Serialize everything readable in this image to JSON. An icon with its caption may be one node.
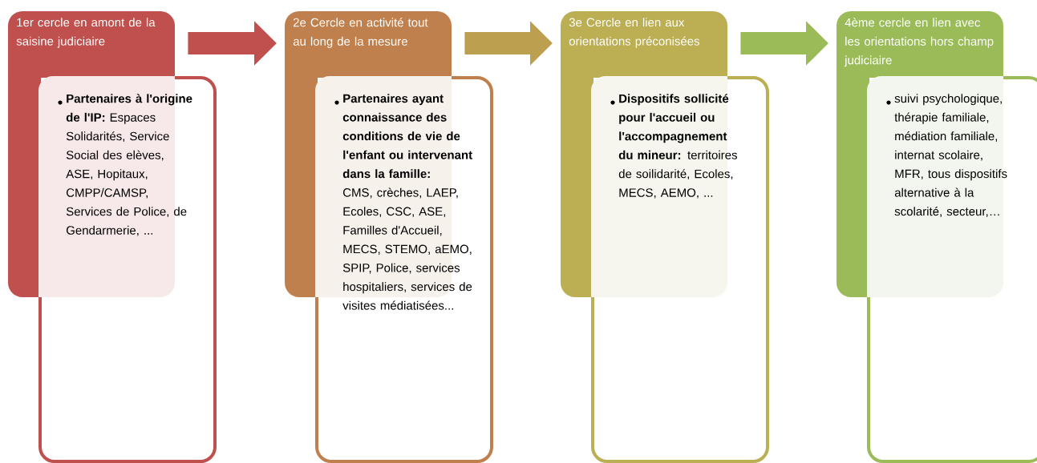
{
  "diagram": {
    "nodes": [
      {
        "text": [
          "1er cercle en amont de la saisine judiciaire"
        ]
      },
      {
        "text": [
          "**Partenaires à l'origine de l'IP:** Espaces Solidarités, Service Social des elèves, ASE, Hopitaux, CMPP/CAMSP, Services de Police, de Gendarmerie, ..."
        ]
      },
      {
        "text": [
          "2e Cercle en activité tout au long de la mesure"
        ]
      },
      {
        "text": [
          "**Partenaires ayant connaissance des conditions de vie de l'enfant ou intervenant dans la famille:** CMS, crèches, LAEP, Ecoles, CSC, ASE, Familles d'Accueil, MECS, STEMO, aEMO, SPIP, Police, services hospitaliers, services de visites médiatisées..."
        ]
      },
      {
        "text": [
          "3e Cercle en lien aux orientations préconisées"
        ]
      },
      {
        "text": [
          "**Dispositifs sollicité pour l'accueil ou l'accompagnement du mineur:** territoires de soilidarité, Ecoles, MECS, AEMO, ..."
        ]
      },
      {
        "text": [
          "4ème cercle en lien avec les orientations hors champ judiciaire"
        ]
      },
      {
        "text": [
          "suivi psychologique, thérapie familiale, médiation familiale, internat scolaire, MFR, tous dispositifs alternative à la scolarité, secteur,…"
        ]
      }
    ],
    "edges": [
      {
        "from": 0,
        "to": 2,
        "arrow": "to",
        "color": "#c0504d"
      },
      {
        "from": 2,
        "to": 4,
        "arrow": "to",
        "color": "#bda04f"
      },
      {
        "from": 4,
        "to": 6,
        "arrow": "to",
        "color": "#9bbb59"
      }
    ]
  }
}
